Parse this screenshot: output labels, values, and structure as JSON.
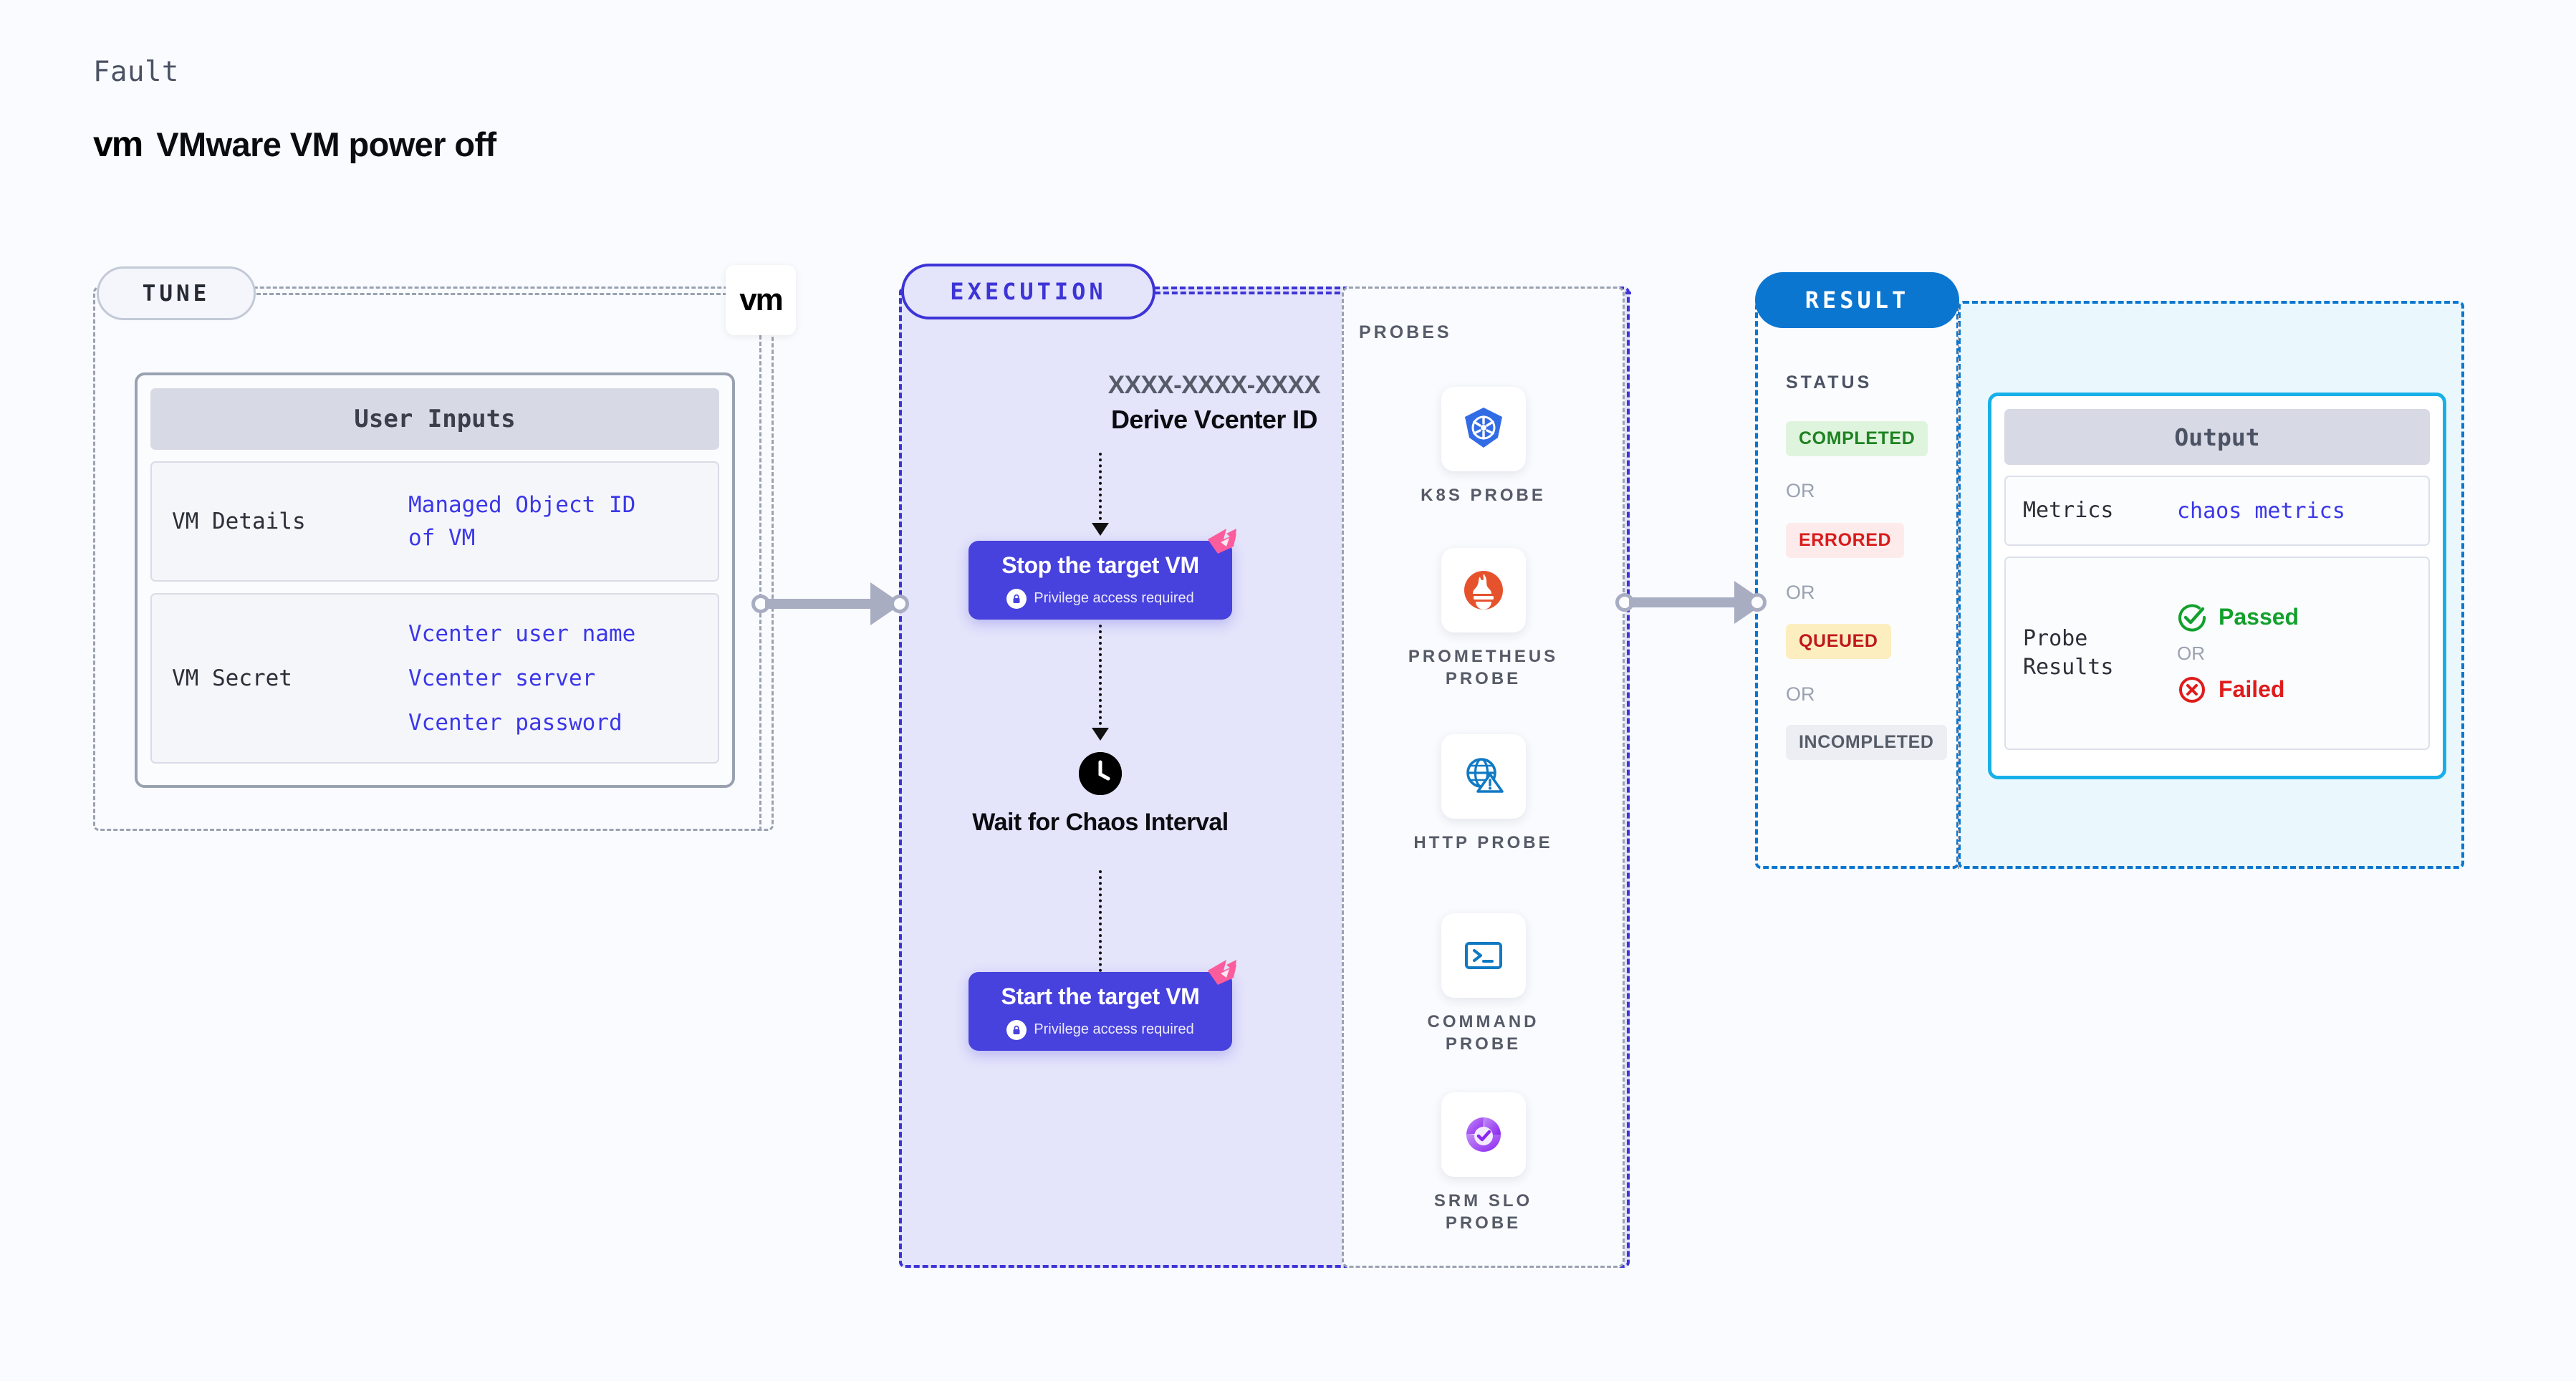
{
  "header": {
    "kicker": "Fault",
    "logo_text": "vm",
    "title": "VMware VM power off"
  },
  "tune": {
    "pill_label": "TUNE",
    "badge_logo": "vm",
    "card_title": "User Inputs",
    "rows": [
      {
        "label": "VM Details",
        "values": [
          "Managed Object ID",
          "of VM"
        ]
      },
      {
        "label": "VM Secret",
        "values": [
          "Vcenter user name",
          "Vcenter server",
          "Vcenter password"
        ]
      }
    ]
  },
  "execution": {
    "pill_label": "EXECUTION",
    "derive_id": "XXXX-XXXX-XXXX",
    "derive_label": "Derive Vcenter ID",
    "nodes": [
      {
        "title": "Stop the target VM",
        "sub": "Privilege access required"
      },
      {
        "title": "Start the target VM",
        "sub": "Privilege access required"
      }
    ],
    "wait_label": "Wait for Chaos\nInterval"
  },
  "probes": {
    "title": "PROBES",
    "items": [
      {
        "name": "K8S  PROBE",
        "icon": "kubernetes-icon"
      },
      {
        "name": "PROMETHEUS\nPROBE",
        "icon": "prometheus-icon"
      },
      {
        "name": "HTTP  PROBE",
        "icon": "http-globe-warning-icon"
      },
      {
        "name": "COMMAND\nPROBE",
        "icon": "terminal-icon"
      },
      {
        "name": "SRM  SLO\nPROBE",
        "icon": "srm-slo-icon"
      }
    ]
  },
  "result": {
    "pill_label": "RESULT",
    "status_label": "STATUS",
    "or_label": "OR",
    "statuses": [
      {
        "text": "COMPLETED",
        "color": "#1e8222",
        "bg": "#dff4dd"
      },
      {
        "text": "ERRORED",
        "color": "#d81b1b",
        "bg": "#fdeaea"
      },
      {
        "text": "QUEUED",
        "color": "#c0191b",
        "bg": "#fdeec0"
      },
      {
        "text": "INCOMPLETED",
        "color": "#565b68",
        "bg": "#eceef4"
      }
    ],
    "output": {
      "title": "Output",
      "metrics_label": "Metrics",
      "metrics_value": "chaos metrics",
      "probe_results_label": "Probe\nResults",
      "passed_label": "Passed",
      "failed_label": "Failed",
      "or_label": "OR",
      "passed_color": "#12a02c",
      "failed_color": "#e01b1b"
    }
  },
  "colors": {
    "accent_purple": "#4741dd",
    "accent_blue": "#0b76d0",
    "accent_cyan": "#18b0e8",
    "litmus_pink": "#fb5c9b",
    "link_blue": "#3b37e8"
  }
}
